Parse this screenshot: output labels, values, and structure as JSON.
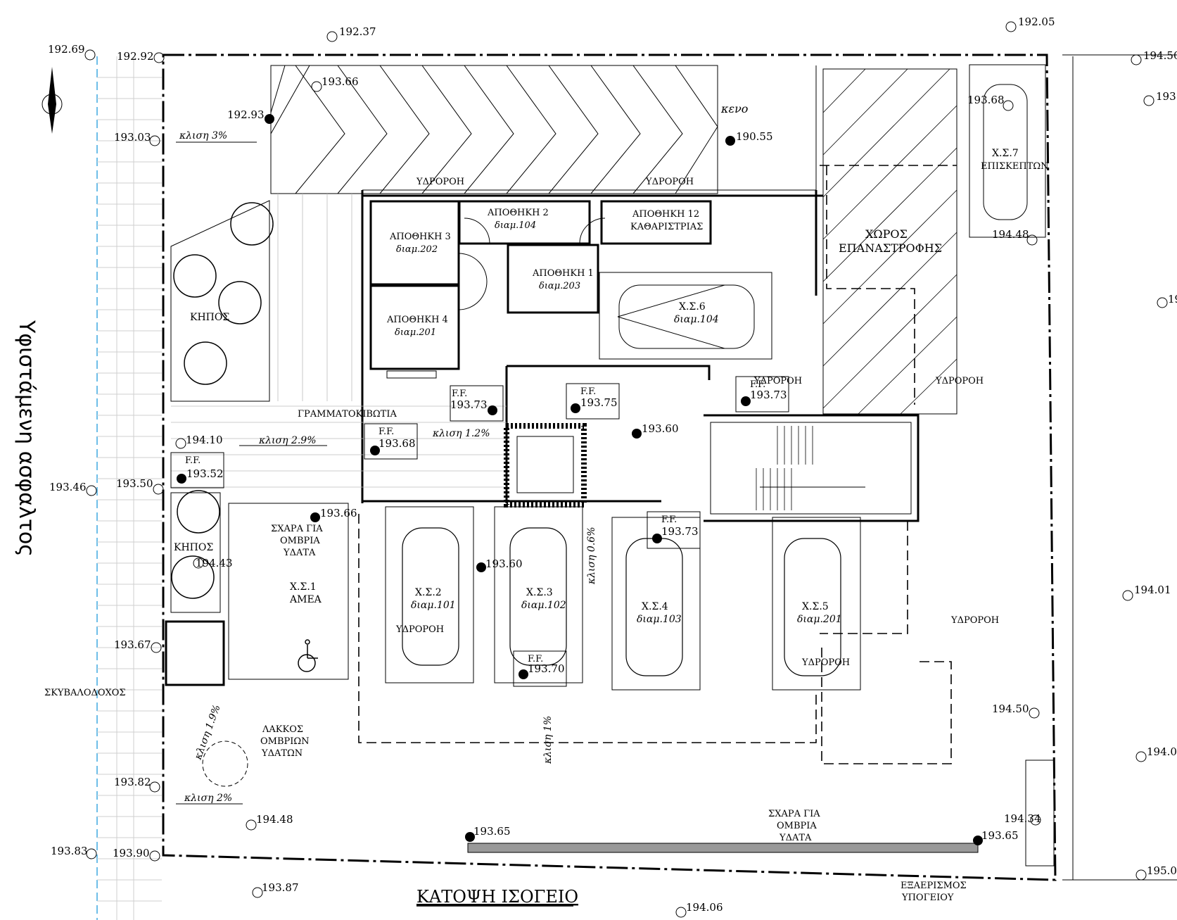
{
  "title": "ΚΑΤΟΨΗ ΙΣΟΓΕΙΟ",
  "side_label": "Υφιστάμενη ασφαλτος",
  "spaces": {
    "store3": "ΑΠΟΘΗΚΗ 3",
    "store3_sub": "διαμ.202",
    "store2": "ΑΠΟΘΗΚΗ 2",
    "store2_sub": "διαμ.104",
    "store12": "ΑΠΟΘΗΚΗ 12",
    "store12_sub": "ΚΑΘΑΡΙΣΤΡΙΑΣ",
    "store1": "ΑΠΟΘΗΚΗ 1",
    "store1_sub": "διαμ.203",
    "store4": "ΑΠΟΘΗΚΗ 4",
    "store4_sub": "διαμ.201",
    "turn": "ΧΩΡΟΣ",
    "turn_sub": "ΕΠΑΝΑΣΤΡΟΦΗΣ",
    "void": "κενο",
    "garden1": "ΚΗΠΟΣ",
    "garden2": "ΚΗΠΟΣ"
  },
  "parking": {
    "p1": "Χ.Σ.1",
    "p1_sub": "ΑΜΕΑ",
    "p2": "Χ.Σ.2",
    "p2_sub": "διαμ.101",
    "p3": "Χ.Σ.3",
    "p3_sub": "διαμ.102",
    "p4": "Χ.Σ.4",
    "p4_sub": "διαμ.103",
    "p5": "Χ.Σ.5",
    "p5_sub": "διαμ.201",
    "p6": "Χ.Σ.6",
    "p6_sub": "διαμ.104",
    "p7": "Χ.Σ.7",
    "p7_sub": "ΕΠΙΣΚΕΠΤΩΝ"
  },
  "annotations": {
    "water_supply": "ΥΔΡΟΡΟΗ",
    "mailboxes": "ΓΡΑΜΜΑΤΟΚΙΒΩΤΙΑ",
    "grate_l1": "ΣΧΑΡΑ ΓΙΑ",
    "grate_l2": "ΟΜΒΡΙΑ",
    "grate_l3": "ΥΔΑΤΑ",
    "bins": "ΣΚΥΒΑΛΟΔΟΧΟΣ",
    "pit_l1": "ΛΑΚΚΟΣ",
    "pit_l2": "ΟΜΒΡΙΩΝ",
    "pit_l3": "ΥΔΑΤΩΝ",
    "vent_l1": "ΕΞΑΕΡΙΣΜΟΣ",
    "vent_l2": "ΥΠΟΓΕΙΟΥ",
    "ff": "F.F."
  },
  "slopes": {
    "s3": "κλιση 3%",
    "s29": "κλιση 2.9%",
    "s12": "κλιση 1.2%",
    "s06": "κλιση 0.6%",
    "s19": "κλιση 1.9%",
    "s1": "κλιση 1%",
    "s2": "κλιση 2%"
  },
  "levels": {
    "l19269": "192.69",
    "l19292": "192.92",
    "l19237": "192.37",
    "l19205": "192.05",
    "l19450a": "194.50",
    "l193r": "193",
    "l19366a": "193.66",
    "l19293": "192.93",
    "l19303": "193.03",
    "l19055": "190.55",
    "l19368b": "193.68",
    "l19448b": "194.48",
    "l19r": "19",
    "l19373a": "193.73",
    "l19375": "193.75",
    "l19373b": "193.73",
    "l19360a": "193.60",
    "l19368a": "193.68",
    "l19410": "194.10",
    "l19352": "193.52",
    "l19346": "193.46",
    "l19350": "193.50",
    "l19366b": "193.66",
    "l19443": "194.43",
    "l19360b": "193.60",
    "l19373c": "193.73",
    "l19370": "193.70",
    "l19401": "194.01",
    "l19367": "193.67",
    "l19450b": "194.50",
    "l1940r": "194.0",
    "l19382": "193.82",
    "l19448a": "194.48",
    "l19365a": "193.65",
    "l19434": "194.34",
    "l19365b": "193.65",
    "l19383": "193.83",
    "l19390": "193.90",
    "l19387": "193.87",
    "l19406": "194.06",
    "l1950r": "195.0"
  }
}
